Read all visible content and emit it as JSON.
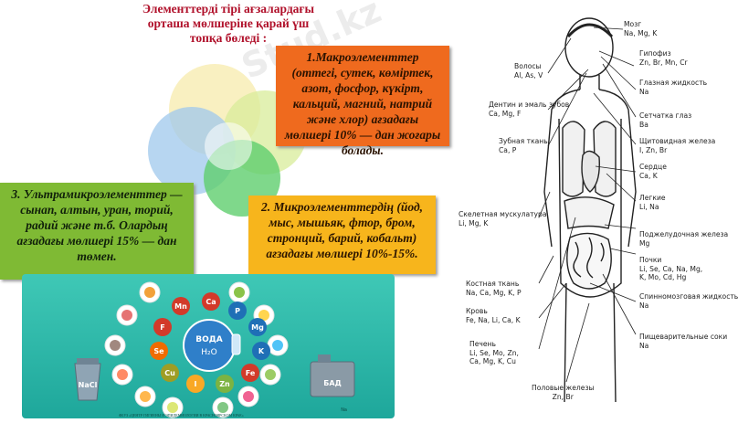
{
  "title": "Элементтерді тірі ағзалардағы орташа мөлшеріне қарай үш топқа бөледі :",
  "groups": {
    "macro": "1.Макроэлементтер (оттегі, сутек, көміртек, азот, фосфор, күкірт, кальций, магний, натрий және хлор) ағзадағы мөлшері 10% — дан жоғары болады.",
    "micro": "2. Микроэлементтердің (йод, мыс, мышьяк, фтор, бром, стронций, барий, кобальт) ағзадағы мөлшері 10%-15%.",
    "ultra": "3. Ультрамикроэлементтер — сынап, алтын, уран, торий, радий және т.б. Олардың ағзадағы мөлшері 15% — дан төмен."
  },
  "panel": {
    "center_label": "ВОДА",
    "center_formula": "H₂O",
    "left_badge": "NaCl",
    "right_badge": "БАД",
    "elements": [
      "Mn",
      "Ca",
      "P",
      "Mg",
      "K",
      "Fe",
      "Zn",
      "I",
      "Cu",
      "Se",
      "F",
      "Na"
    ],
    "footer": "ФБУЗ «ЦЕНТР ГИГИЕНЫ И ЭПИДЕМИОЛОГИИ В КРАСНОЯРСКОМ КРАЕ»"
  },
  "anatomy": {
    "labels": [
      {
        "id": "brain",
        "lines": [
          "Мозг",
          "Na, Mg, K"
        ]
      },
      {
        "id": "hair",
        "lines": [
          "Волосы",
          "Al, As, V"
        ]
      },
      {
        "id": "pituitary",
        "lines": [
          "Гипофиз",
          "Zn, Br, Mn, Cr"
        ]
      },
      {
        "id": "eye-fluid",
        "lines": [
          "Глазная жидкость",
          "Na"
        ]
      },
      {
        "id": "dentin",
        "lines": [
          "Дентин и эмаль зубов",
          "Ca, Mg, F"
        ]
      },
      {
        "id": "retina",
        "lines": [
          "Сетчатка глаз",
          "Ba"
        ]
      },
      {
        "id": "tooth",
        "lines": [
          "Зубная ткань",
          "Ca, P"
        ]
      },
      {
        "id": "thyroid",
        "lines": [
          "Щитовидная железа",
          "I, Zn, Br"
        ]
      },
      {
        "id": "heart",
        "lines": [
          "Сердце",
          "Ca, K"
        ]
      },
      {
        "id": "lungs",
        "lines": [
          "Легкие",
          "Li, Na"
        ]
      },
      {
        "id": "skeletal-muscle",
        "lines": [
          "Скелетная мускулатура",
          "Li, Mg, K"
        ]
      },
      {
        "id": "pancreas",
        "lines": [
          "Поджелудочная железа",
          "Mg"
        ]
      },
      {
        "id": "kidneys",
        "lines": [
          "Почки",
          "Li, Se, Ca, Na, Mg,",
          "K, Mo, Cd, Hg"
        ]
      },
      {
        "id": "bone",
        "lines": [
          "Костная ткань",
          "Na, Ca, Mg, K, P"
        ]
      },
      {
        "id": "blood",
        "lines": [
          "Кровь",
          "Fe, Na, Li, Ca, K"
        ]
      },
      {
        "id": "csf",
        "lines": [
          "Спинномозговая жидкость",
          "Na"
        ]
      },
      {
        "id": "liver",
        "lines": [
          "Печень",
          "Li, Se, Mo, Zn,",
          "Ca, Mg, K, Cu"
        ]
      },
      {
        "id": "digestive",
        "lines": [
          "Пищеварительные соки",
          "Na"
        ]
      },
      {
        "id": "gonads",
        "lines": [
          "Половые железы",
          "Zn, Br"
        ]
      }
    ]
  },
  "watermark": "Stud.kz"
}
